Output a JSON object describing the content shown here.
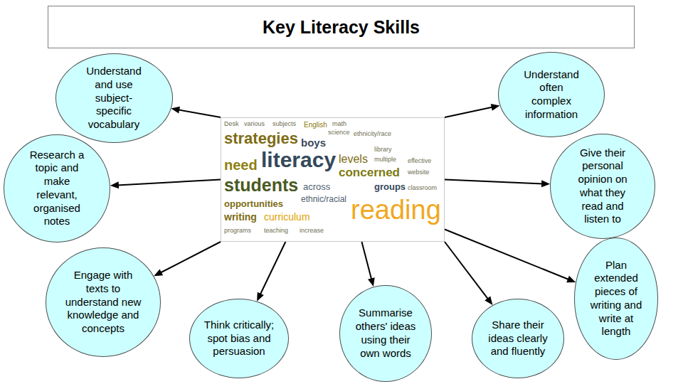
{
  "diagram": {
    "title": "Key Literacy Skills",
    "nodes": [
      {
        "text": [
          "Desk",
          "various",
          "subjects",
          "English",
          "math",
          "strategies",
          "boys",
          "science",
          "ethnicity/race",
          "literacy",
          "need",
          "levels",
          "library",
          "multiple",
          "effective",
          "concerned",
          "website",
          "students",
          "across",
          "groups",
          "classroom",
          "ethnic/racial",
          "opportunities",
          "reading",
          "writing",
          "curriculum",
          "programs",
          "teaching",
          "increase"
        ]
      },
      {
        "text": [
          "Understand and use subject-specific vocabulary"
        ]
      },
      {
        "text": [
          "Understand often complex information"
        ]
      },
      {
        "text": [
          "Research a topic and make relevant, organised notes"
        ]
      },
      {
        "text": [
          "Give their personal opinion on what they read and listen to"
        ]
      },
      {
        "text": [
          "Engage with texts to understand new knowledge and concepts"
        ]
      },
      {
        "text": [
          "Think critically; spot bias and persuasion"
        ]
      },
      {
        "text": [
          "Summarise others' ideas using their own words"
        ]
      },
      {
        "text": [
          "Share their ideas clearly and fluently"
        ]
      },
      {
        "text": [
          "Plan extended pieces of writing and write at length"
        ]
      }
    ],
    "edges": [
      {
        "from": 0,
        "to": 1,
        "arrow": "to"
      },
      {
        "from": 0,
        "to": 2,
        "arrow": "to"
      },
      {
        "from": 0,
        "to": 3,
        "arrow": "to"
      },
      {
        "from": 0,
        "to": 4,
        "arrow": "to"
      },
      {
        "from": 0,
        "to": 5,
        "arrow": "to"
      },
      {
        "from": 0,
        "to": 6,
        "arrow": "to"
      },
      {
        "from": 0,
        "to": 7,
        "arrow": "to"
      },
      {
        "from": 0,
        "to": 8,
        "arrow": "to"
      },
      {
        "from": 0,
        "to": 9,
        "arrow": "to"
      }
    ]
  }
}
